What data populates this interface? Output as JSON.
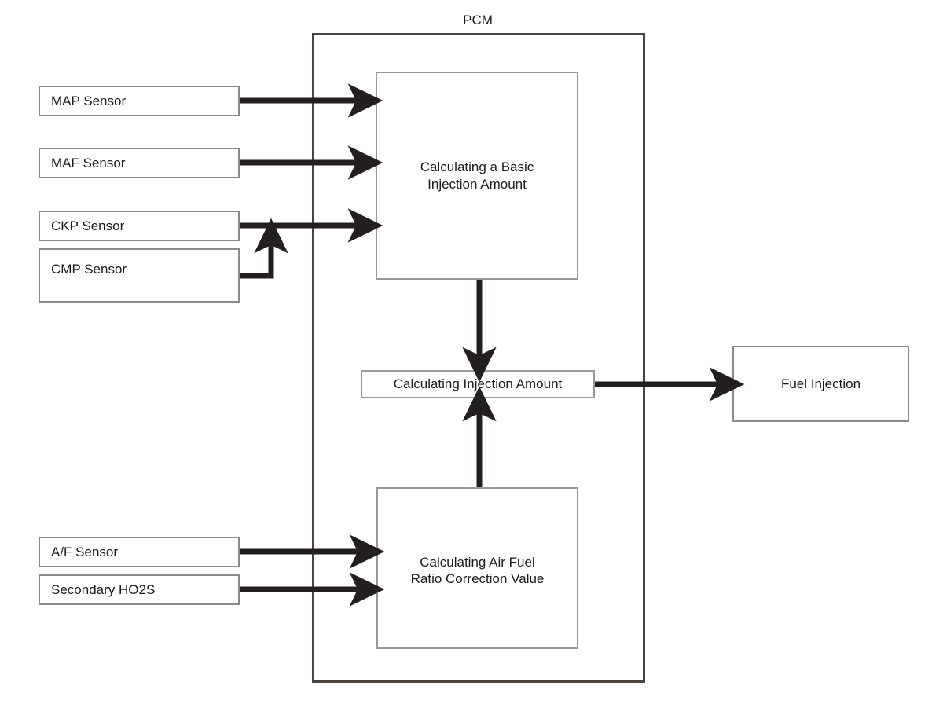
{
  "diagram": {
    "title": "PCM",
    "container_label": "PCM",
    "colors": {
      "arrow": "#231f20",
      "box_border": "#8c8a88",
      "frame_border": "#4a4340",
      "text": "#1a1a1a",
      "background": "#ffffff"
    },
    "inputs_upper": [
      {
        "id": "map-sensor",
        "label": "MAP Sensor"
      },
      {
        "id": "maf-sensor",
        "label": "MAF Sensor"
      },
      {
        "id": "ckp-sensor",
        "label": "CKP Sensor"
      },
      {
        "id": "cmp-sensor",
        "label": "CMP Sensor"
      }
    ],
    "inputs_lower": [
      {
        "id": "af-sensor",
        "label": "A/F Sensor"
      },
      {
        "id": "secondary-ho2s",
        "label": "Secondary HO2S"
      }
    ],
    "processes": [
      {
        "id": "basic-injection",
        "label": "Calculating a Basic\nInjection Amount"
      },
      {
        "id": "injection-amount",
        "label": "Calculating Injection Amount"
      },
      {
        "id": "air-fuel-correction",
        "label": "Calculating Air Fuel\nRatio Correction Value"
      }
    ],
    "outputs": [
      {
        "id": "fuel-injection",
        "label": "Fuel Injection"
      }
    ],
    "edges": [
      {
        "from": "map-sensor",
        "to": "basic-injection",
        "type": "arrow-right"
      },
      {
        "from": "maf-sensor",
        "to": "basic-injection",
        "type": "arrow-right"
      },
      {
        "from": "ckp-sensor",
        "to": "basic-injection",
        "type": "arrow-right"
      },
      {
        "from": "cmp-sensor",
        "to": "ckp-sensor-line",
        "type": "elbow-up"
      },
      {
        "from": "basic-injection",
        "to": "injection-amount",
        "type": "arrow-down"
      },
      {
        "from": "air-fuel-correction",
        "to": "injection-amount",
        "type": "arrow-up"
      },
      {
        "from": "injection-amount",
        "to": "fuel-injection",
        "type": "arrow-right"
      },
      {
        "from": "af-sensor",
        "to": "air-fuel-correction",
        "type": "arrow-right"
      },
      {
        "from": "secondary-ho2s",
        "to": "air-fuel-correction",
        "type": "arrow-right"
      }
    ]
  }
}
